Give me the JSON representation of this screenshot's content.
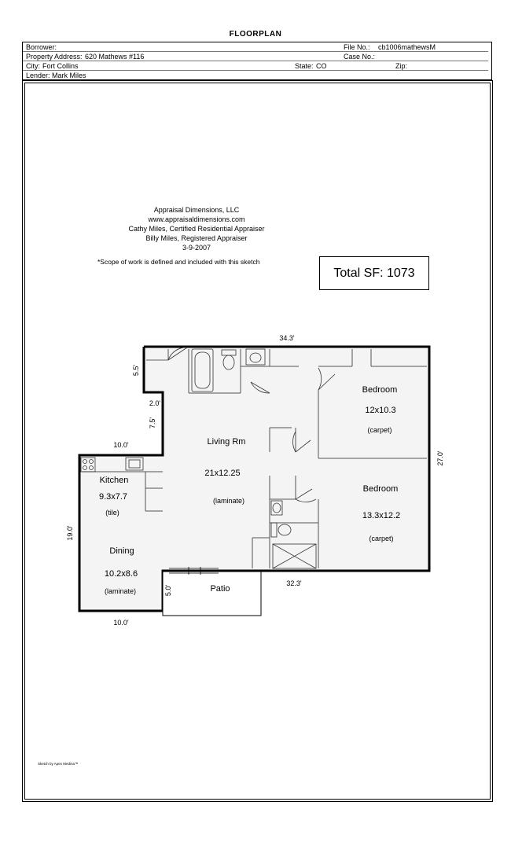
{
  "form": {
    "title": "FLOORPLAN",
    "borrower_label": "Borrower:",
    "property_label": "Property Address:",
    "property_value": "620 Mathews #116",
    "city_label": "City:",
    "city_value": "Fort Collins",
    "state_label": "State:",
    "state_value": "CO",
    "zip_label": "Zip:",
    "lender_label": "Lender:",
    "lender_value": "Mark Miles",
    "file_label": "File No.:",
    "file_value": "cb1006mathewsM",
    "case_label": "Case No.:"
  },
  "credits": {
    "company": "Appraisal Dimensions, LLC",
    "website": "www.appraisaldimensions.com",
    "appraiser1": "Cathy Miles, Certified Residential Appraiser",
    "appraiser2": "Billy Miles, Registered Appraiser",
    "date": "3-9-2007",
    "scope": "*Scope of work is defined and included with this sketch"
  },
  "total_sf": "Total SF:  1073",
  "rooms": {
    "bedroom1": {
      "name": "Bedroom",
      "size": "12x10.3",
      "floor": "(carpet)"
    },
    "bedroom2": {
      "name": "Bedroom",
      "size": "13.3x12.2",
      "floor": "(carpet)"
    },
    "living": {
      "name": "Living Rm",
      "size": "21x12.25",
      "floor": "(laminate)"
    },
    "kitchen": {
      "name": "Kitchen",
      "size": "9.3x7.7",
      "floor": "(tile)"
    },
    "dining": {
      "name": "Dining",
      "size": "10.2x8.6",
      "floor": "(laminate)"
    },
    "patio": {
      "name": "Patio"
    }
  },
  "dimensions": {
    "top": "34.3'",
    "right": "27.0'",
    "bottom_right": "32.3'",
    "left_small_top": "5.5'",
    "step_width": "2.0'",
    "step_height": "7.5'",
    "kitchen_top": "10.0'",
    "left": "19.0'",
    "bottom_left": "10.0'",
    "patio_depth": "5.0'"
  },
  "footer": {
    "sketch_by": "Sketch by Apex Medina™"
  },
  "colors": {
    "wall": "#000000",
    "floor_fill": "#f4f4f4",
    "text": "#000000"
  }
}
